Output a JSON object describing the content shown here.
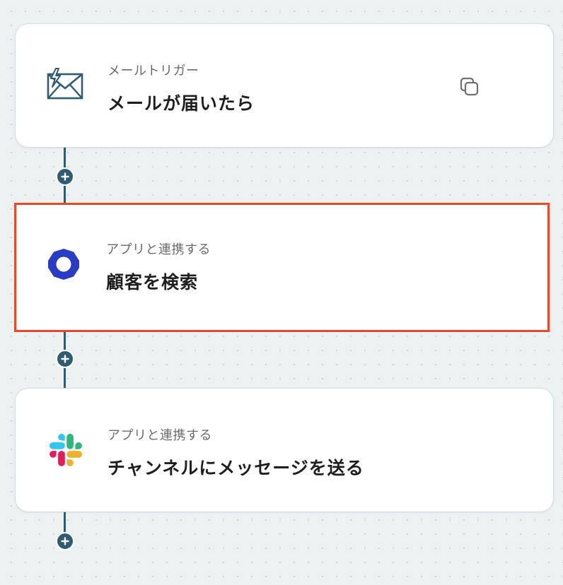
{
  "flow": {
    "steps": [
      {
        "subtitle": "メールトリガー",
        "title": "メールが届いたら",
        "icon": "mail-trigger-icon",
        "has_copy_button": true
      },
      {
        "subtitle": "アプリと連携する",
        "title": "顧客を検索",
        "icon": "app-ring-icon",
        "selected": true
      },
      {
        "subtitle": "アプリと連携する",
        "title": "チャンネルにメッセージを送る",
        "icon": "slack-icon"
      }
    ]
  },
  "colors": {
    "connector": "#2f5c72",
    "selected_border": "#e64a2e",
    "app_icon": "#2a3cc4"
  }
}
